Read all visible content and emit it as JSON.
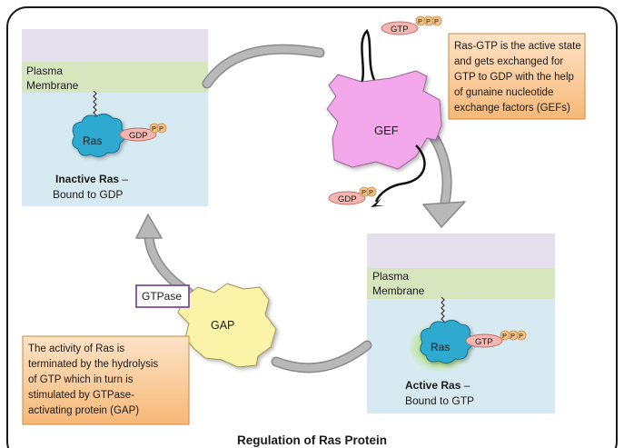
{
  "title": "Regulation of Ras Protein",
  "inactive_panel": {
    "membrane_label_line1": "Plasma",
    "membrane_label_line2": "Membrane",
    "ras_label": "Ras",
    "gdp_label": "GDP",
    "p1": "P",
    "p2": "P",
    "status_bold": "Inactive Ras",
    "status_dash": " –",
    "status_sub": "Bound to GDP"
  },
  "active_panel": {
    "membrane_label_line1": "Plasma",
    "membrane_label_line2": "Membrane",
    "ras_label": "Ras",
    "gtp_label": "GTP",
    "p1": "P",
    "p2": "P",
    "p3": "P",
    "status_bold": "Active Ras",
    "status_dash": " –",
    "status_sub": "Bound to GTP"
  },
  "gef": {
    "label": "GEF",
    "incoming_gtp_label": "GTP",
    "incoming_p1": "P",
    "incoming_p2": "P",
    "incoming_p3": "P",
    "released_gdp_label": "GDP",
    "released_p1": "P",
    "released_p2": "P"
  },
  "gap": {
    "label": "GAP",
    "gtpase_label": "GTPase"
  },
  "notes": {
    "gef_note": [
      "Ras-GTP is the active state",
      "and gets exchanged for",
      "GTP to GDP with the help",
      "of gunaine nucleotide",
      "exchange factors (GEFs)"
    ],
    "gap_note": [
      "The activity of Ras is",
      "terminated by the hydrolysis",
      "of GTP which in turn is",
      "stimulated by GTPase-",
      "activating protein (GAP)"
    ]
  },
  "colors": {
    "panel_top": "#e4e0ee",
    "membrane": "#d8e6bf",
    "cytoplasm": "#d7eaf2",
    "ras": "#2fa9cf",
    "nucleotide": "#f3b6b0",
    "phosphate": "#f3c48a",
    "gef": "#f2a8ea",
    "gap": "#fbf4a8",
    "note_fill": "#f9c897",
    "arrow": "#b8b8b8"
  }
}
